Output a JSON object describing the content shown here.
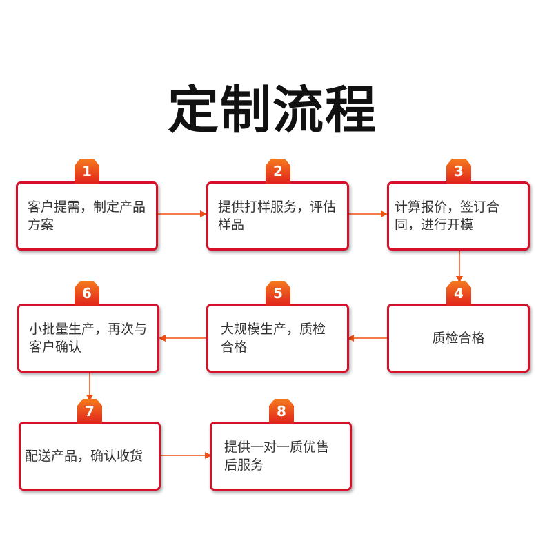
{
  "title": "定制流程",
  "colors": {
    "accent": "#d7102a",
    "badge": "#e8321c",
    "arrow": "#f04f14"
  },
  "steps": [
    {
      "num": "1",
      "text": "客户提需，制定产品方案"
    },
    {
      "num": "2",
      "text": "提供打样服务，评估样品"
    },
    {
      "num": "3",
      "text": "计算报价，签订合同，进行开模"
    },
    {
      "num": "4",
      "text": "质检合格"
    },
    {
      "num": "5",
      "text": "大规模生产，质检合格"
    },
    {
      "num": "6",
      "text": "小批量生产，再次与客户确认"
    },
    {
      "num": "7",
      "text": "配送产品，确认收货"
    },
    {
      "num": "8",
      "text": "提供一对一质优售后服务"
    }
  ]
}
